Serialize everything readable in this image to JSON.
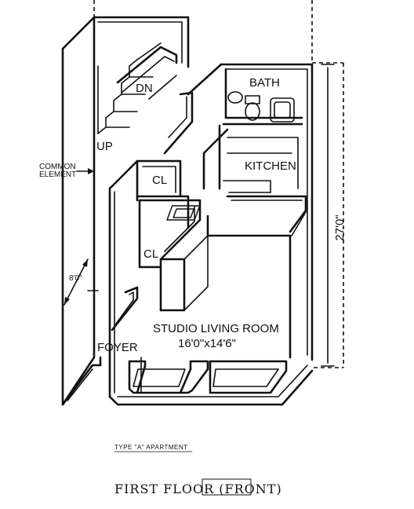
{
  "labels": {
    "dn": "DN",
    "up": "UP",
    "bath": "BATH",
    "kitchen": "KITCHEN",
    "cl_upper": "CL",
    "cl_lower": "CL",
    "common_line1": "COMMON",
    "common_line2": "ELEMENT",
    "dim_width": "8'0\"",
    "dim_depth": "27'0\"",
    "studio_name": "STUDIO  LIVING ROOM",
    "studio_dims": "16'0\"x14'6\"",
    "foyer": "FOYER"
  },
  "caption": "TYPE \"A\" APARTMENT",
  "handwritten": "FIRST FLOOR (FRONT)"
}
